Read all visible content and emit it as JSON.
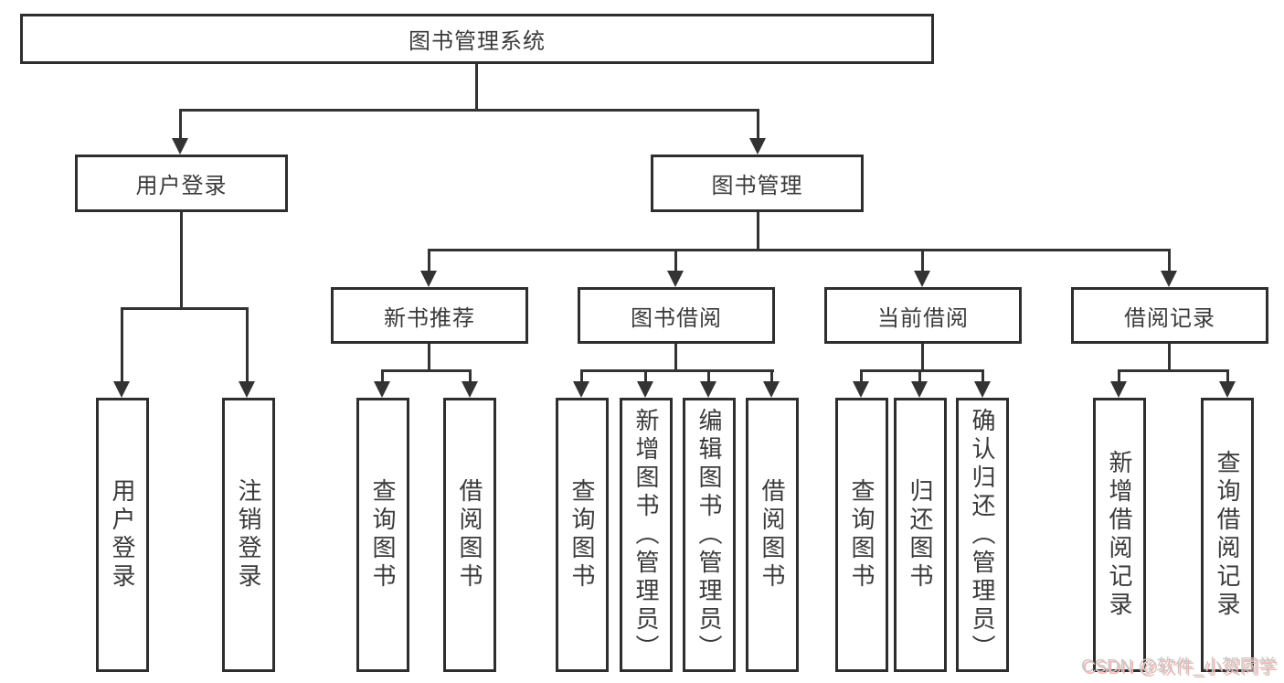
{
  "diagram": {
    "title": "图书管理系统",
    "branches": {
      "user": {
        "label": "用户登录",
        "children": [
          "用户登录",
          "注销登录"
        ]
      },
      "book": {
        "label": "图书管理",
        "groups": [
          {
            "label": "新书推荐",
            "children": [
              "查询图书",
              "借阅图书"
            ]
          },
          {
            "label": "图书借阅",
            "children": [
              "查询图书",
              "新增图书（管理员）",
              "编辑图书（管理员）",
              "借阅图书"
            ]
          },
          {
            "label": "当前借阅",
            "children": [
              "查询图书",
              "归还图书",
              "确认归还（管理员）"
            ]
          },
          {
            "label": "借阅记录",
            "children": [
              "新增借阅记录",
              "查询借阅记录"
            ]
          }
        ]
      }
    }
  },
  "watermark": {
    "text": "CSDN @软件_小贺同学"
  },
  "colors": {
    "line": "#333333",
    "box_border": "#2e2e2e",
    "text": "#3a3a3a",
    "background": "#ffffff",
    "watermark_gray": "#c9c9c9",
    "watermark_pink": "#f2b4ae"
  }
}
